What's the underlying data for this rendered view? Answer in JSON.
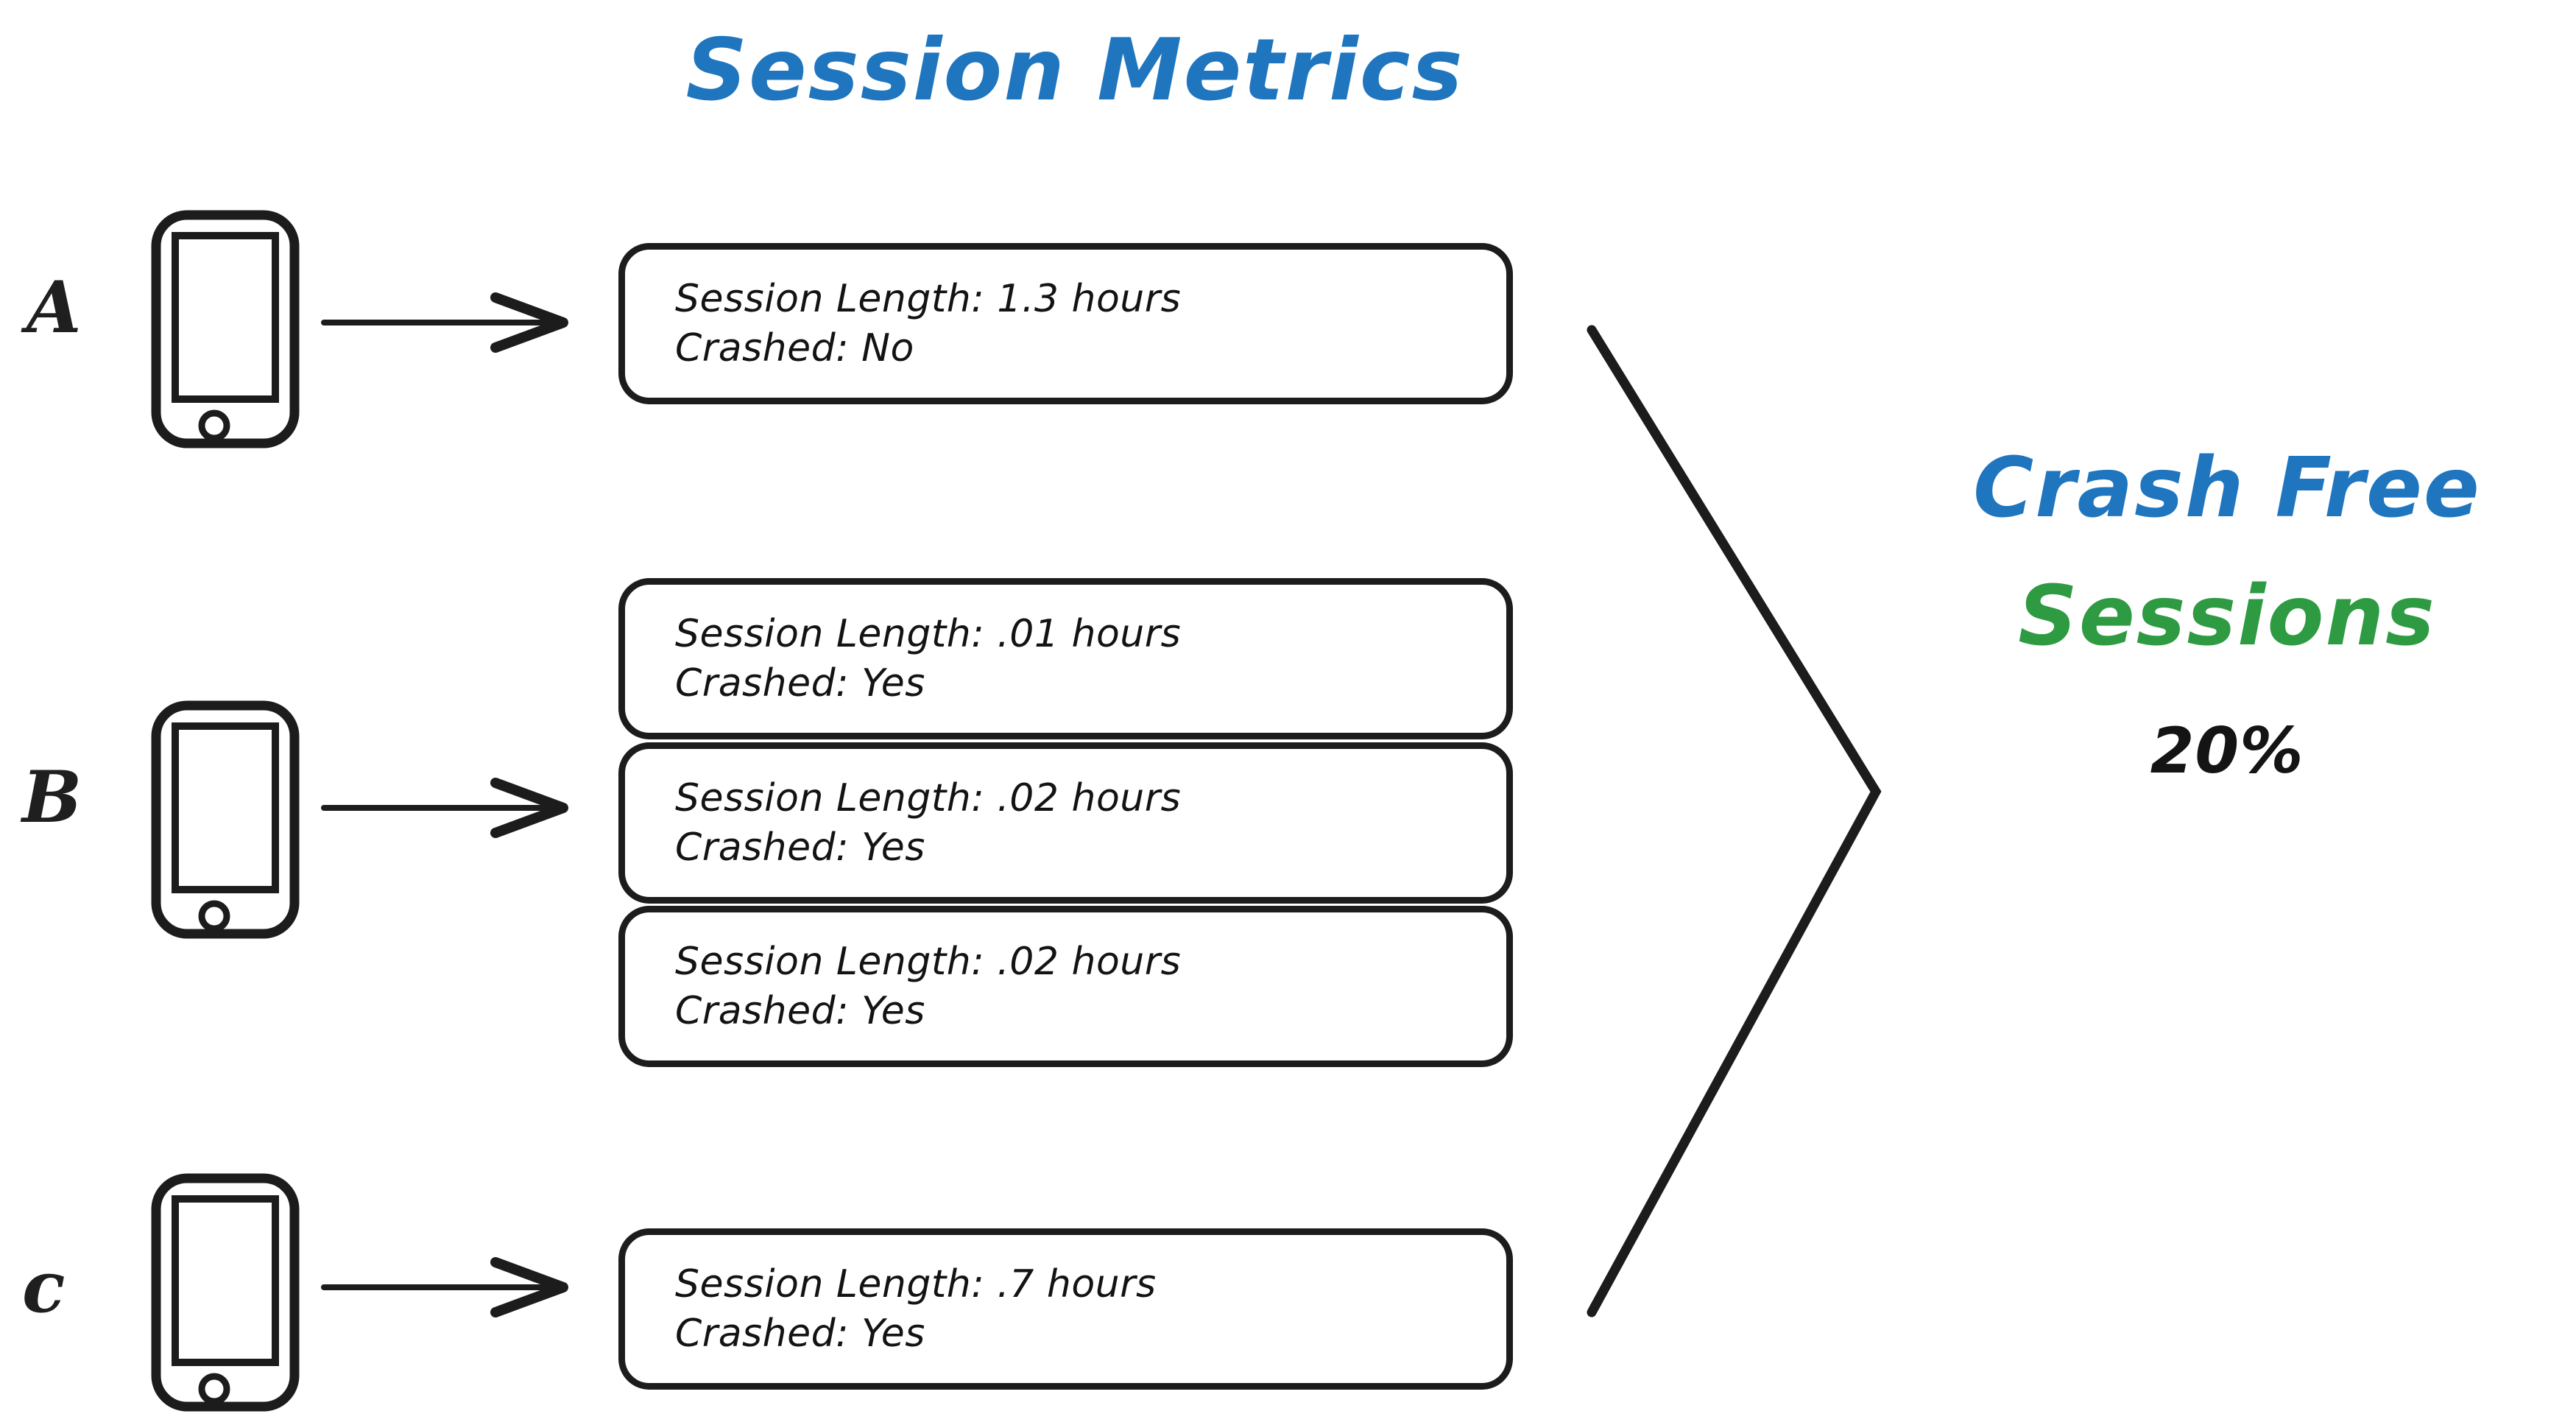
{
  "header": {
    "title": "Session Metrics",
    "title_color": "#1f76bf"
  },
  "palette": {
    "ink": "#1c1c1c",
    "blue": "#1f76bf",
    "green": "#2e9b42",
    "background": "#ffffff"
  },
  "devices": [
    {
      "letter": "A",
      "icon": "smartphone-icon",
      "arrow": "right-arrow-icon",
      "sessions": [
        {
          "length_label": "Session Length: 1.3 hours",
          "crashed_label": "Crashed: No",
          "length_hours": 1.3,
          "crashed": false
        }
      ]
    },
    {
      "letter": "B",
      "icon": "smartphone-icon",
      "arrow": "right-arrow-icon",
      "sessions": [
        {
          "length_label": "Session Length: .01 hours",
          "crashed_label": "Crashed: Yes",
          "length_hours": 0.01,
          "crashed": true
        },
        {
          "length_label": "Session Length: .02 hours",
          "crashed_label": "Crashed: Yes",
          "length_hours": 0.02,
          "crashed": true
        },
        {
          "length_label": "Session Length: .02 hours",
          "crashed_label": "Crashed: Yes",
          "length_hours": 0.02,
          "crashed": true
        }
      ]
    },
    {
      "letter": "c",
      "icon": "smartphone-icon",
      "arrow": "right-arrow-icon",
      "sessions": [
        {
          "length_label": "Session Length: .7 hours",
          "crashed_label": "Crashed: Yes",
          "length_hours": 0.7,
          "crashed": true
        }
      ]
    }
  ],
  "bracket": {
    "icon": "chevron-right-bracket"
  },
  "outcome": {
    "line1": "Crash Free",
    "line2": "Sessions",
    "value": "20%"
  }
}
